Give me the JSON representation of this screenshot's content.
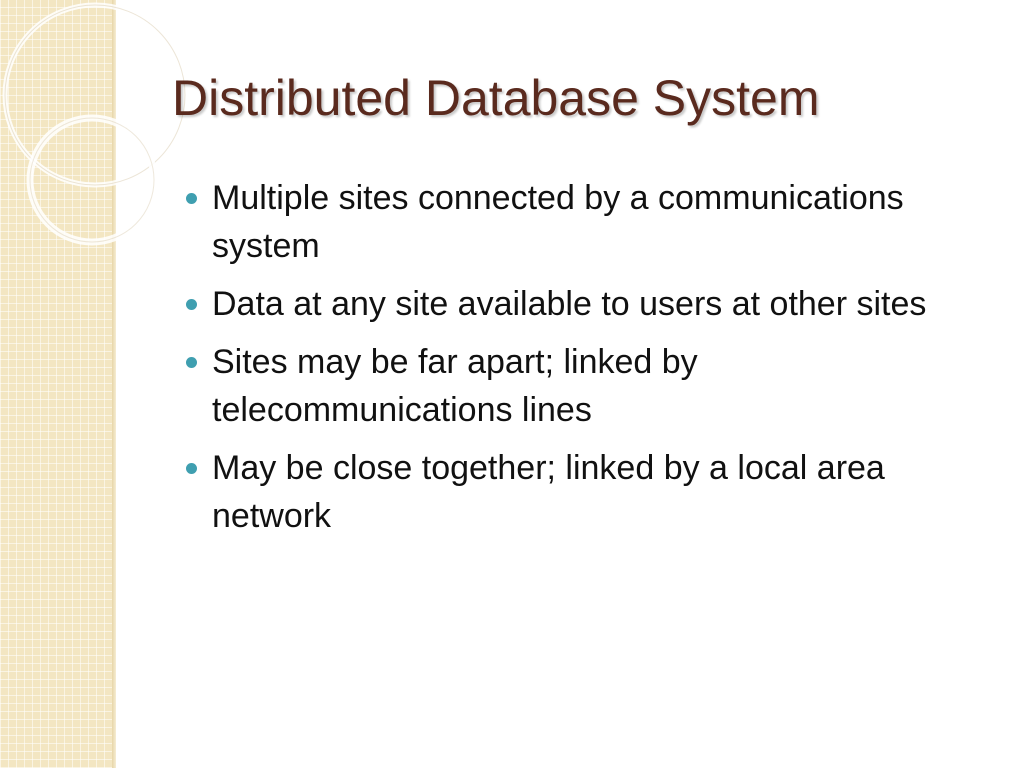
{
  "slide": {
    "title": "Distributed Database System",
    "bullets": [
      {
        "text": "Multiple sites connected by a communications system"
      },
      {
        "text": "Data at any site available to users at other sites"
      },
      {
        "text": "Sites may be far apart; linked by telecommunications lines"
      },
      {
        "text": "May be close together; linked by a local area network"
      }
    ]
  },
  "theme": {
    "title_color": "#5a2a1e",
    "bullet_color": "#3f9fb0",
    "text_color": "#111111",
    "strip_color": "#f3e6c2"
  }
}
